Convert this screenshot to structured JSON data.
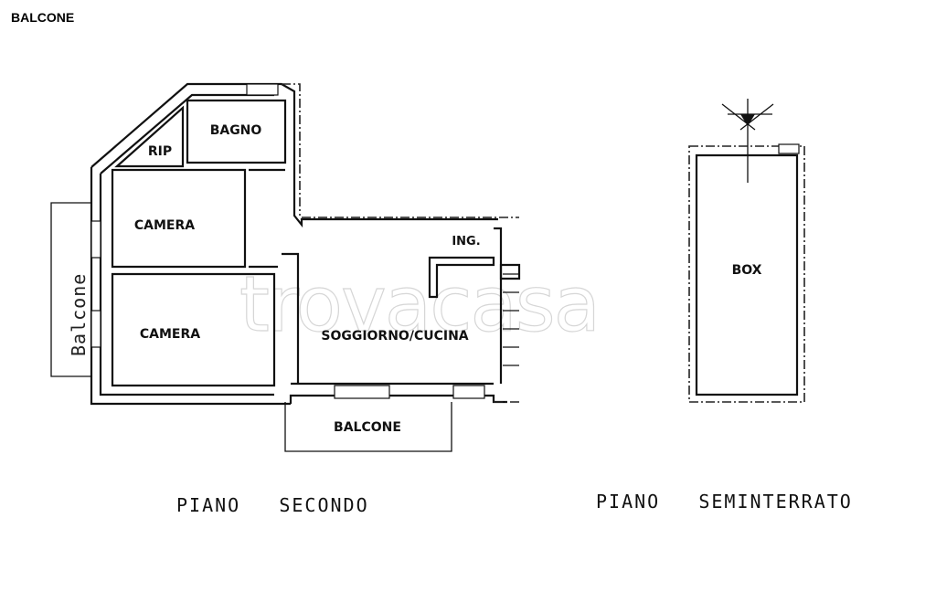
{
  "top_label": "BALCONE",
  "watermark": "trovacasa",
  "rooms": {
    "bagno": "BAGNO",
    "rip": "RIP",
    "camera_1": "CAMERA",
    "camera_2": "CAMERA",
    "ingresso": "ING.",
    "soggiorno": "SOGGIORNO/CUCINA",
    "balcone_south": "BALCONE",
    "balcone_west": "Balcone",
    "box": "BOX"
  },
  "floors": {
    "second": "PIANO   SECONDO",
    "basement": "PIANO   SEMINTERRATO"
  }
}
